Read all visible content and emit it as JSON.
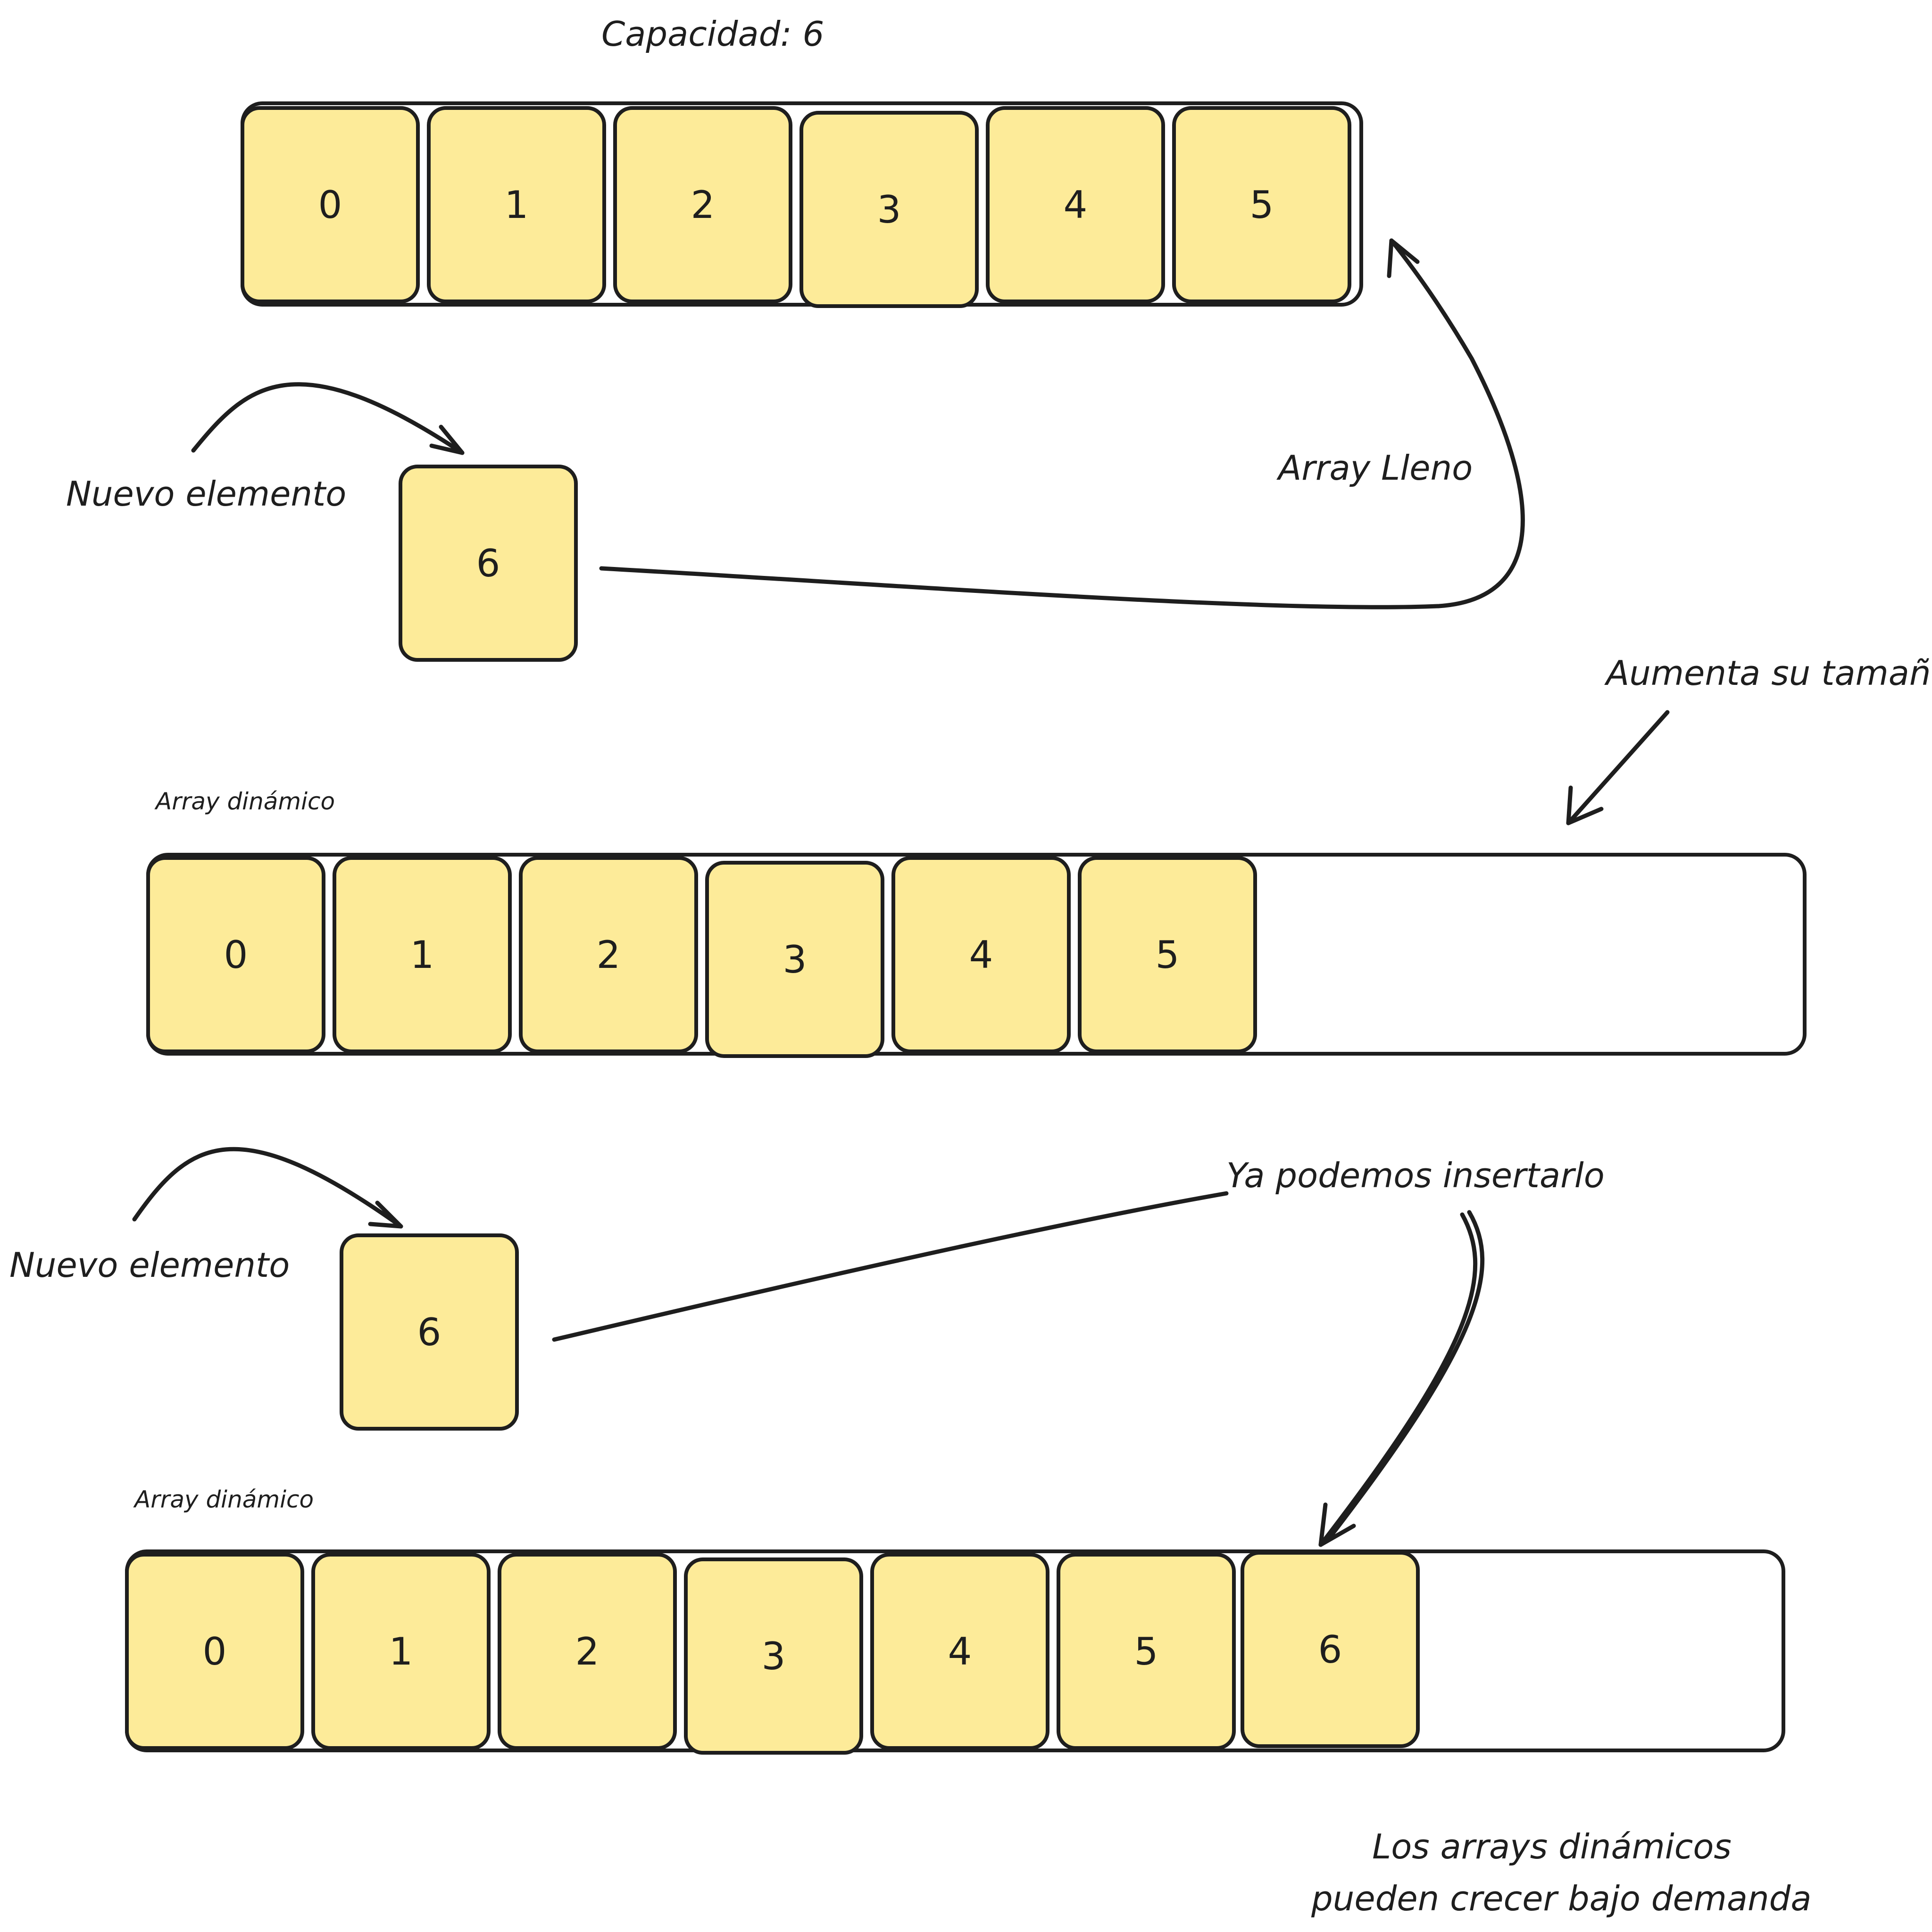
{
  "capacity_label": "Capacidad: 6",
  "full_array_cells": [
    "0",
    "1",
    "2",
    "3",
    "4",
    "5"
  ],
  "new_element_label": "Nuevo elemento",
  "new_element_value": "6",
  "full_label": "Array Lleno",
  "grow_label": "Aumenta su tamaño",
  "dynamic_array_label": "Array dinámico",
  "grown_array_cells": [
    "0",
    "1",
    "2",
    "3",
    "4",
    "5"
  ],
  "insert_label": "Ya podemos insertarlo",
  "final_array_cells": [
    "0",
    "1",
    "2",
    "3",
    "4",
    "5",
    "6"
  ],
  "footer_note": {
    "line1": "Los arrays dinámicos",
    "line2": "pueden crecer bajo demanda"
  },
  "colors": {
    "cell_fill": "#fdeb99",
    "stroke": "#1e1e1e",
    "background": "#ffffff"
  }
}
